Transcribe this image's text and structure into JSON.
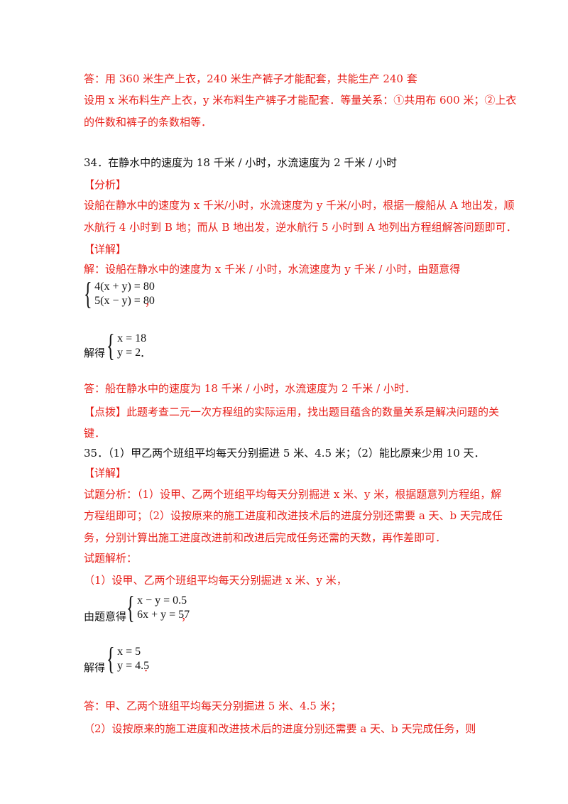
{
  "lines": {
    "l1": "答：用 360 米生产上衣，240 米生产裤子才能配套，共能生产 240 套",
    "l2": "设用 x 米布料生产上衣，y 米布料生产裤子才能配套．等量关系：①共用布 600 米；②上衣",
    "l3": "的件数和裤子的条数相等．",
    "l4": "34．在静水中的速度为 18 千米 / 小时，水流速度为 2 千米 / 小时",
    "l5": "【分析】",
    "l6": "设船在静水中的速度为 x 千米/小时，水流速度为 y 千米/小时，根据一艘船从 A 地出发，顺",
    "l7": "水航行 4 小时到 B 地；而从 B 地出发，逆水航行 5 小时到 A 地列出方程组解答问题即可．",
    "l8": "【详解】",
    "l9": "解：设船在静水中的速度为 x 千米 / 小时，水流速度为 y 千米 / 小时，由题意得",
    "l10": "答：船在静水中的速度为 18 千米 / 小时，水流速度为 2 千米 / 小时．",
    "l11": "【点拨】此题考查二元一次方程组的实际运用，找出题目蕴含的数量关系是解决问题的关",
    "l12": "键．",
    "l13": "35．（1）甲乙两个班组平均每天分别掘进 5 米、4.5 米；（2）能比原来少用 10 天．",
    "l14": "【详解】",
    "l15": "试题分析：（1）设甲、乙两个班组平均每天分别掘进 x 米、y 米，根据题意列方程组，解",
    "l16": "方程组即可；（2）设按原来的施工进度和改进技术后的进度分别还需要 a 天、b 天完成任",
    "l17": "务，分别计算出施工进度改进前和改进后完成任务还需的天数，再作差即可．",
    "l18": "试题解析：",
    "l19": "（1）设甲、乙两个班组平均每天分别掘进 x 米、y 米，",
    "l20": "答：甲、乙两个班组平均每天分别掘进 5 米、4.5 米；",
    "l21": "（2）设按原来的施工进度和改进技术后的进度分别还需要 a 天、b 天完成任务，则"
  },
  "systems": {
    "s1": {
      "eq1": "4(x + y) = 80",
      "eq2": "5(x − y) = 80",
      "tail": "，"
    },
    "s2": {
      "label": "解得",
      "eq1": "x = 18",
      "eq2": "y = 2",
      "tail": "．"
    },
    "s3": {
      "label": "由题意得",
      "eq1": "x − y = 0.5",
      "eq2": "6x + y = 57",
      "tail": "，"
    },
    "s4": {
      "label": "解得",
      "eq1": "x = 5",
      "eq2": "y = 4.5",
      "tail": "．"
    }
  },
  "colors": {
    "answer_text": "#e8211b",
    "math_text": "#111111"
  }
}
